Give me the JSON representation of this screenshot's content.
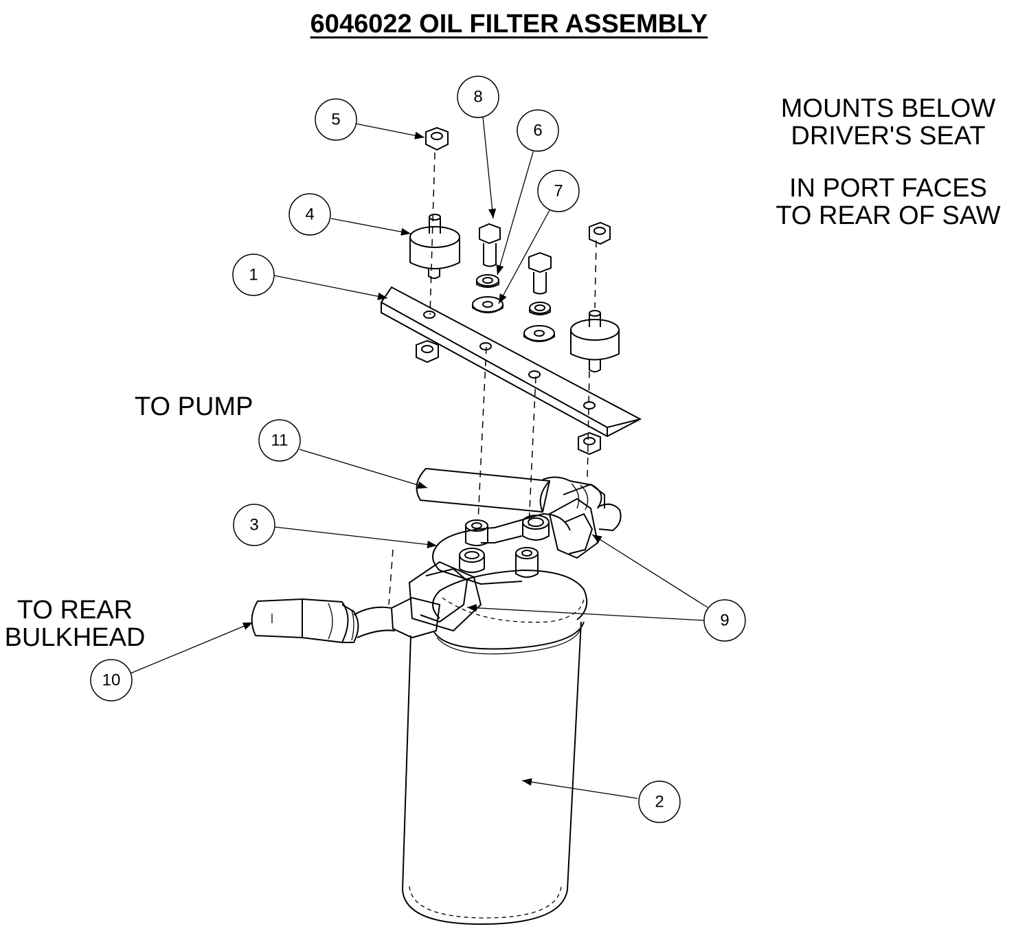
{
  "title": "6046022 OIL FILTER ASSEMBLY",
  "notes": {
    "mount_line1": "MOUNTS BELOW",
    "mount_line2": "DRIVER'S SEAT",
    "port_line1": "IN PORT FACES",
    "port_line2": "TO REAR OF SAW",
    "to_pump": "TO PUMP",
    "to_rear_line1": "TO REAR",
    "to_rear_line2": "BULKHEAD"
  },
  "callouts": [
    {
      "id": "1",
      "label": "1"
    },
    {
      "id": "2",
      "label": "2"
    },
    {
      "id": "3",
      "label": "3"
    },
    {
      "id": "4",
      "label": "4"
    },
    {
      "id": "5",
      "label": "5"
    },
    {
      "id": "6",
      "label": "6"
    },
    {
      "id": "7",
      "label": "7"
    },
    {
      "id": "8",
      "label": "8"
    },
    {
      "id": "9",
      "label": "9"
    },
    {
      "id": "10",
      "label": "10"
    },
    {
      "id": "11",
      "label": "11"
    }
  ],
  "colors": {
    "line": "#000000",
    "background": "#ffffff"
  }
}
